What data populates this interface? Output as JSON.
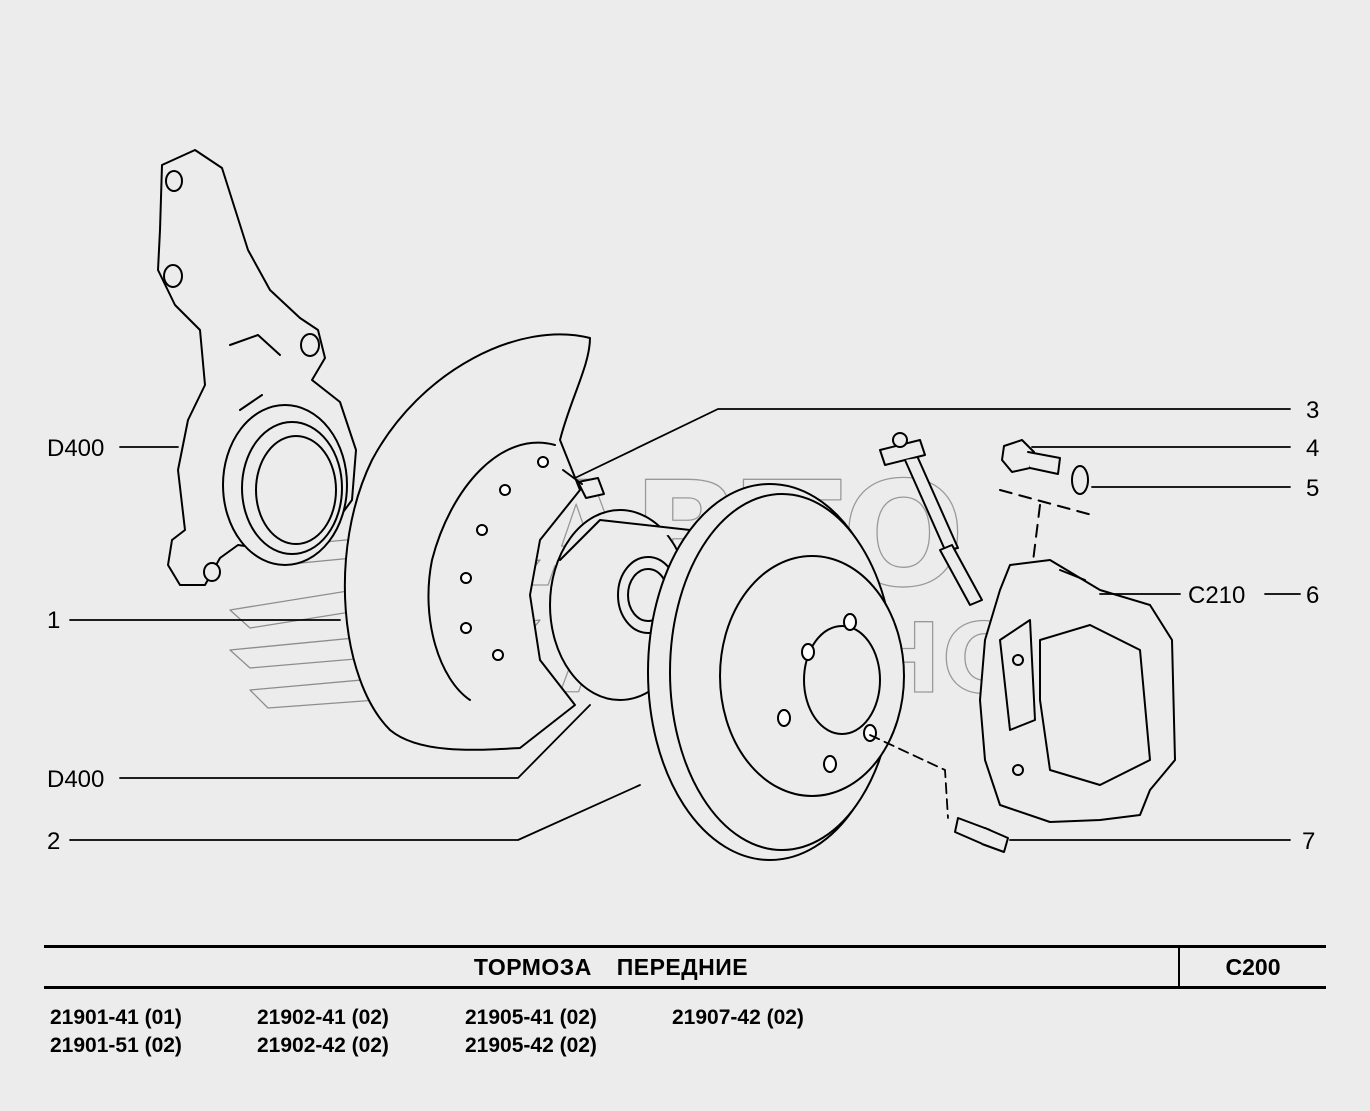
{
  "diagram": {
    "callouts": {
      "d400_top": "D400",
      "p1": "1",
      "d400_bottom": "D400",
      "p2": "2",
      "p3": "3",
      "p4": "4",
      "p5": "5",
      "c210": "C210",
      "p6": "6",
      "p7": "7"
    },
    "watermark": {
      "line1": "АВТО",
      "line2": "АЛЬЯНС"
    }
  },
  "title_block": {
    "title": "ТОРМОЗА   ПЕРЕДНИЕ",
    "code": "C200"
  },
  "models": [
    "21901-41 (01)",
    "21901-51 (02)",
    "21902-41 (02)",
    "21902-42 (02)",
    "21905-41 (02)",
    "21905-42 (02)",
    "21907-42 (02)"
  ]
}
